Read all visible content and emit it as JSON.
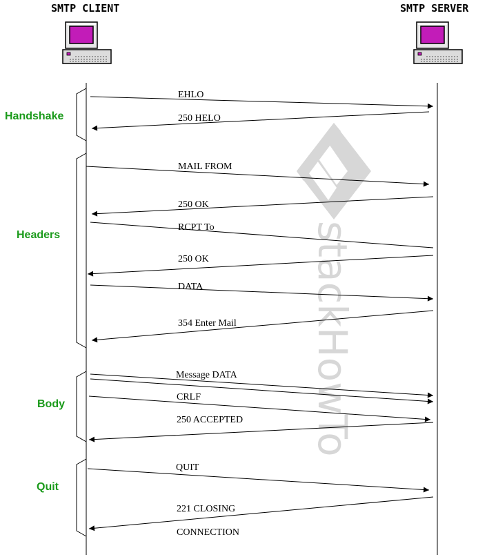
{
  "actors": {
    "client": {
      "label": "SMTP CLIENT",
      "icon": "computer-icon"
    },
    "server": {
      "label": "SMTP SERVER",
      "icon": "computer-icon"
    }
  },
  "phases": [
    {
      "label": "Handshake"
    },
    {
      "label": "Headers"
    },
    {
      "label": "Body"
    },
    {
      "label": "Quit"
    }
  ],
  "messages": [
    {
      "label": "EHLO",
      "direction": "client-to-server"
    },
    {
      "label": "250 HELO",
      "direction": "server-to-client"
    },
    {
      "label": "MAIL FROM",
      "direction": "client-to-server"
    },
    {
      "label": "250 OK",
      "direction": "server-to-client"
    },
    {
      "label": "RCPT To",
      "direction": "client-to-server"
    },
    {
      "label": "250 OK",
      "direction": "server-to-client"
    },
    {
      "label": "DATA",
      "direction": "client-to-server"
    },
    {
      "label": "354 Enter Mail",
      "direction": "server-to-client"
    },
    {
      "label": "Message DATA",
      "direction": "client-to-server"
    },
    {
      "label": "",
      "direction": "client-to-server"
    },
    {
      "label": "CRLF",
      "direction": "client-to-server"
    },
    {
      "label": "250 ACCEPTED",
      "direction": "server-to-client"
    },
    {
      "label": "QUIT",
      "direction": "client-to-server"
    },
    {
      "label": "221 CLOSING",
      "direction": "server-to-client"
    },
    {
      "label": "CONNECTION",
      "direction": "none"
    }
  ],
  "watermark": {
    "text": "stackHowTo",
    "icon": "stackhowto-logo-icon"
  },
  "colors": {
    "phase_label": "#1a9a1a",
    "screen": "#c21cb8",
    "monitor": "#e8e8e8",
    "watermark": "#d7d7d7"
  }
}
